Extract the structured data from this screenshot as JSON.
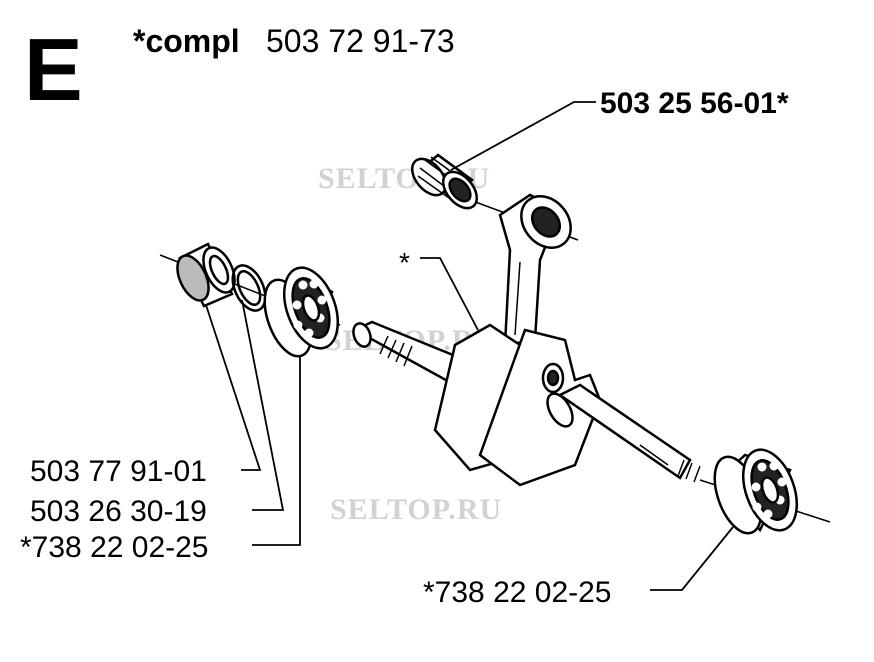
{
  "section_letter": "E",
  "header": {
    "compl_label": "*compl",
    "compl_number": "503 72 91-73"
  },
  "callouts": {
    "needle_bearing": "503 25 56-01*",
    "crankshaft": "*",
    "left_bushing": "503 77 91-01",
    "left_circlip": "503 26 30-19",
    "left_bearing": "*738 22 02-25",
    "right_bearing": "*738 22 02-25"
  },
  "watermarks": [
    "SELTOP.RU",
    "SELTOP.RU",
    "SELTOP.RU"
  ]
}
